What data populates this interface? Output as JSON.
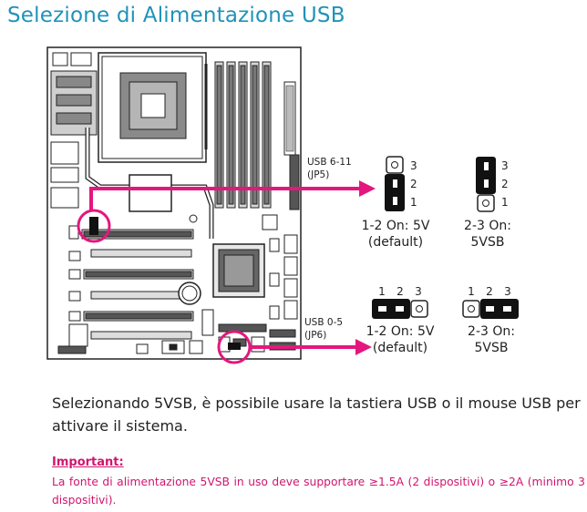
{
  "title": "Selezione di Alimentazione USB",
  "jp5": {
    "label_line1": "USB 6-11",
    "label_line2": "(JP5)",
    "pins": [
      "3",
      "2",
      "1"
    ],
    "option_a": {
      "line1": "1-2  On:  5V",
      "line2": "(default)"
    },
    "option_b": {
      "line1": "2-3  On:",
      "line2": "5VSB"
    }
  },
  "jp6": {
    "label_line1": "USB 0-5",
    "label_line2": "(JP6)",
    "pins": [
      "1",
      "2",
      "3"
    ],
    "option_a": {
      "line1": "1-2  On:  5V",
      "line2": "(default)"
    },
    "option_b": {
      "line1": "2-3  On:",
      "line2": "5VSB"
    }
  },
  "body_text": "Selezionando 5VSB, è possibile usare la tastiera USB o il mouse USB per attivare il sistema.",
  "important": {
    "title": "Important:",
    "text": "La fonte di alimentazione 5VSB in uso deve supportare ≥1.5A (2 dispositivi) o ≥2A (minimo 3 dispositivi)."
  },
  "colors": {
    "title": "#1f93b8",
    "accent": "#e4177e",
    "important": "#d0166f"
  }
}
